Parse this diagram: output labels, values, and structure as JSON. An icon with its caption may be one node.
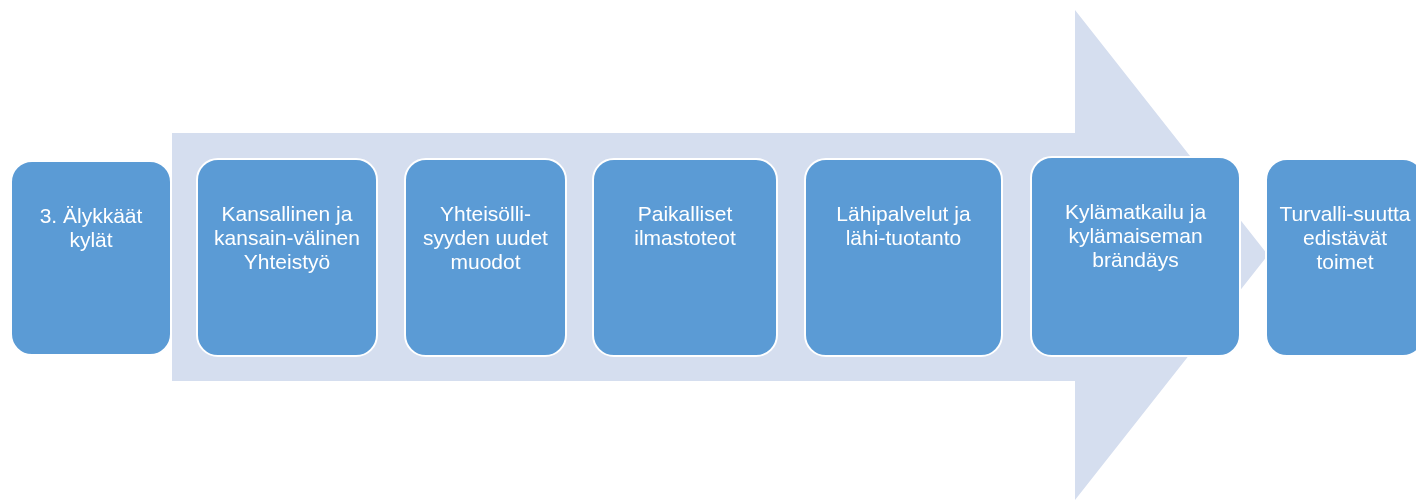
{
  "diagram": {
    "nodes": [
      {
        "text": [
          "3. Älykkäät kylät"
        ]
      },
      {
        "text": [
          "Kansallinen ja kansain-välinen Yhteistyö"
        ]
      },
      {
        "text": [
          "Yhteisölli-syyden uudet muodot"
        ]
      },
      {
        "text": [
          "Paikalliset ilmastoteot"
        ]
      },
      {
        "text": [
          "Lähipalvelut ja lähi-tuotanto"
        ]
      },
      {
        "text": [
          "Kylämatkailu ja kylämaiseman brändäys"
        ]
      },
      {
        "text": [
          "Turvalli-suutta edistävät toimet"
        ]
      }
    ],
    "edges": [
      {
        "from": 0,
        "to": 6,
        "arrow": "to"
      }
    ]
  }
}
